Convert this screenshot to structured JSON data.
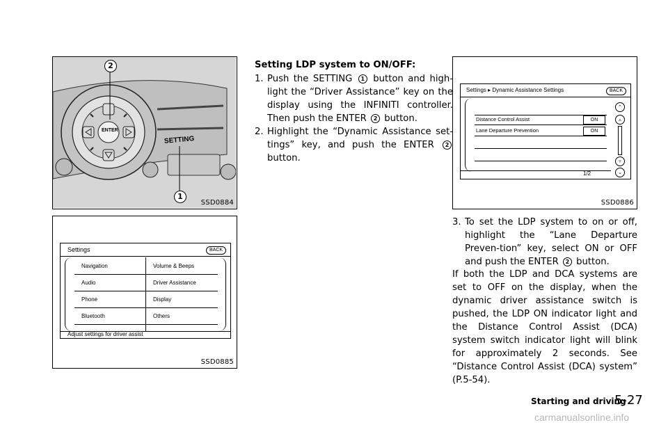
{
  "figures": {
    "top_left": {
      "code": "SSD0884",
      "enter_label": "ENTER",
      "setting_label": "SETTING",
      "callout_1": "1",
      "callout_2": "2"
    },
    "bottom_left": {
      "code": "SSD0885",
      "title": "Settings",
      "back": "BACK",
      "items_left": [
        "Navigation",
        "Audio",
        "Phone",
        "Bluetooth"
      ],
      "items_right": [
        "Volume & Beeps",
        "Driver Assistance",
        "Display",
        "Others"
      ],
      "status": "Adjust settings for driver assist"
    },
    "top_right": {
      "code": "SSD0886",
      "title": "Settings ▸ Dynamic Assistance Settings",
      "back": "BACK",
      "rows": [
        {
          "label": "Distance Control Assist",
          "value": "ON"
        },
        {
          "label": "Lane Departure Prevention",
          "value": "ON"
        }
      ],
      "page": "1/2"
    }
  },
  "text": {
    "heading": "Setting LDP system to ON/OFF:",
    "step1": {
      "num": "1.",
      "a": "Push the SETTING",
      "b": "button and high-light the “Driver Assistance” key on the display using the INFINITI controller. Then push the ENTER",
      "c": "button."
    },
    "step2": {
      "num": "2.",
      "a": "Highlight the “Dynamic Assistance set-tings” key, and push the ENTER",
      "b": "button."
    },
    "step3": {
      "num": "3.",
      "a": "To set the LDP system to on or off, highlight the “Lane Departure Preven-tion” key, select ON or OFF and push the ENTER",
      "b": "button."
    },
    "paragraph": "If both the LDP and DCA systems are set to OFF on the display, when the dynamic driver assistance switch is pushed, the LDP ON indicator light and the Distance Control Assist (DCA) system switch indicator light will blink for approximately 2 seconds. See “Distance Control Assist (DCA) system” (P.5-54)."
  },
  "footer": {
    "section": "Starting and driving",
    "page": "5-27"
  },
  "watermark": "carmanualsonline.info"
}
